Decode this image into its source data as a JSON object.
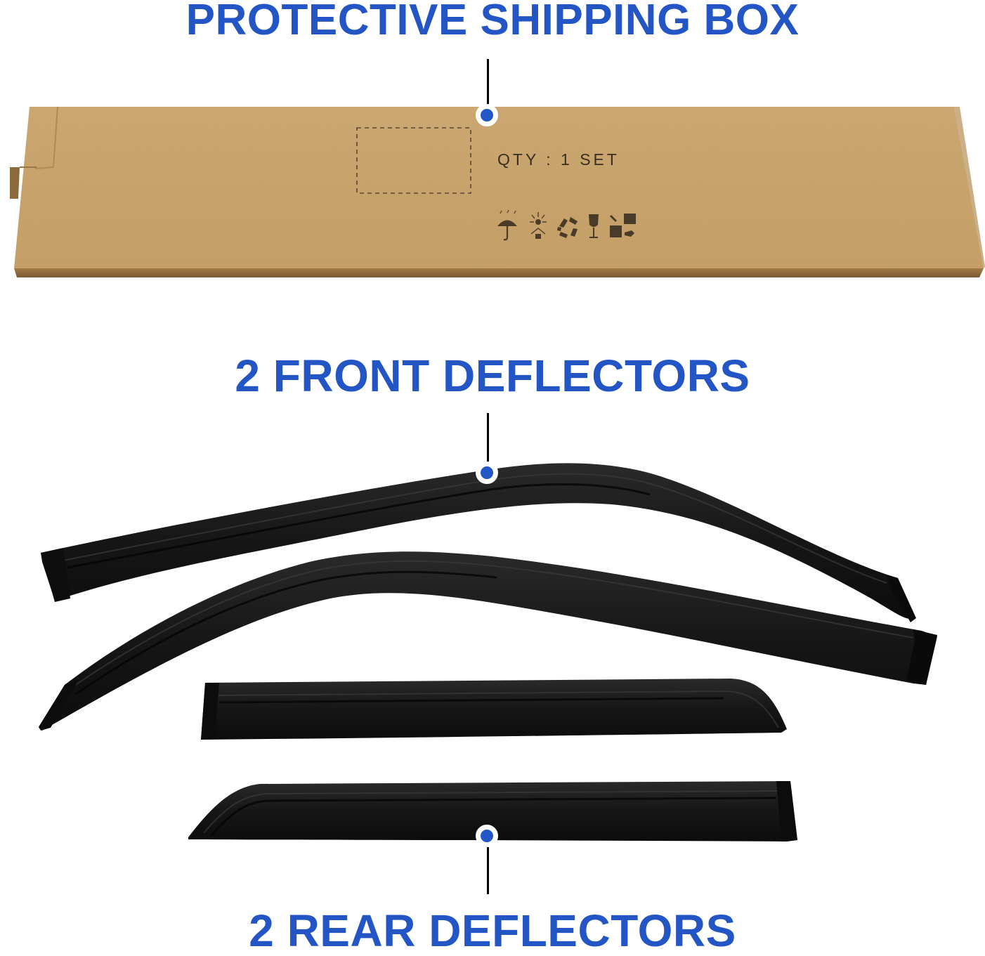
{
  "labels": {
    "box_heading": "PROTECTIVE SHIPPING BOX",
    "front_heading": "2 FRONT DEFLECTORS",
    "rear_heading": "2 REAR DEFLECTORS"
  },
  "box": {
    "qty_text": "QTY : 1 SET",
    "label_area": "dashed-rectangle",
    "handling_icons": [
      "keep-dry-umbrella-icon",
      "keep-away-from-sun-icon",
      "recycle-icon",
      "fragile-glass-icon",
      "handling-squares-icon"
    ]
  },
  "products": {
    "front_deflectors_count": 2,
    "rear_deflectors_count": 2
  },
  "colors": {
    "heading_blue": "#2355c4",
    "marker_blue": "#2357c8",
    "cardboard": "#c9a46a",
    "cardboard_edge": "#8f6a3d",
    "deflector_black": "#141414",
    "background": "#ffffff"
  }
}
